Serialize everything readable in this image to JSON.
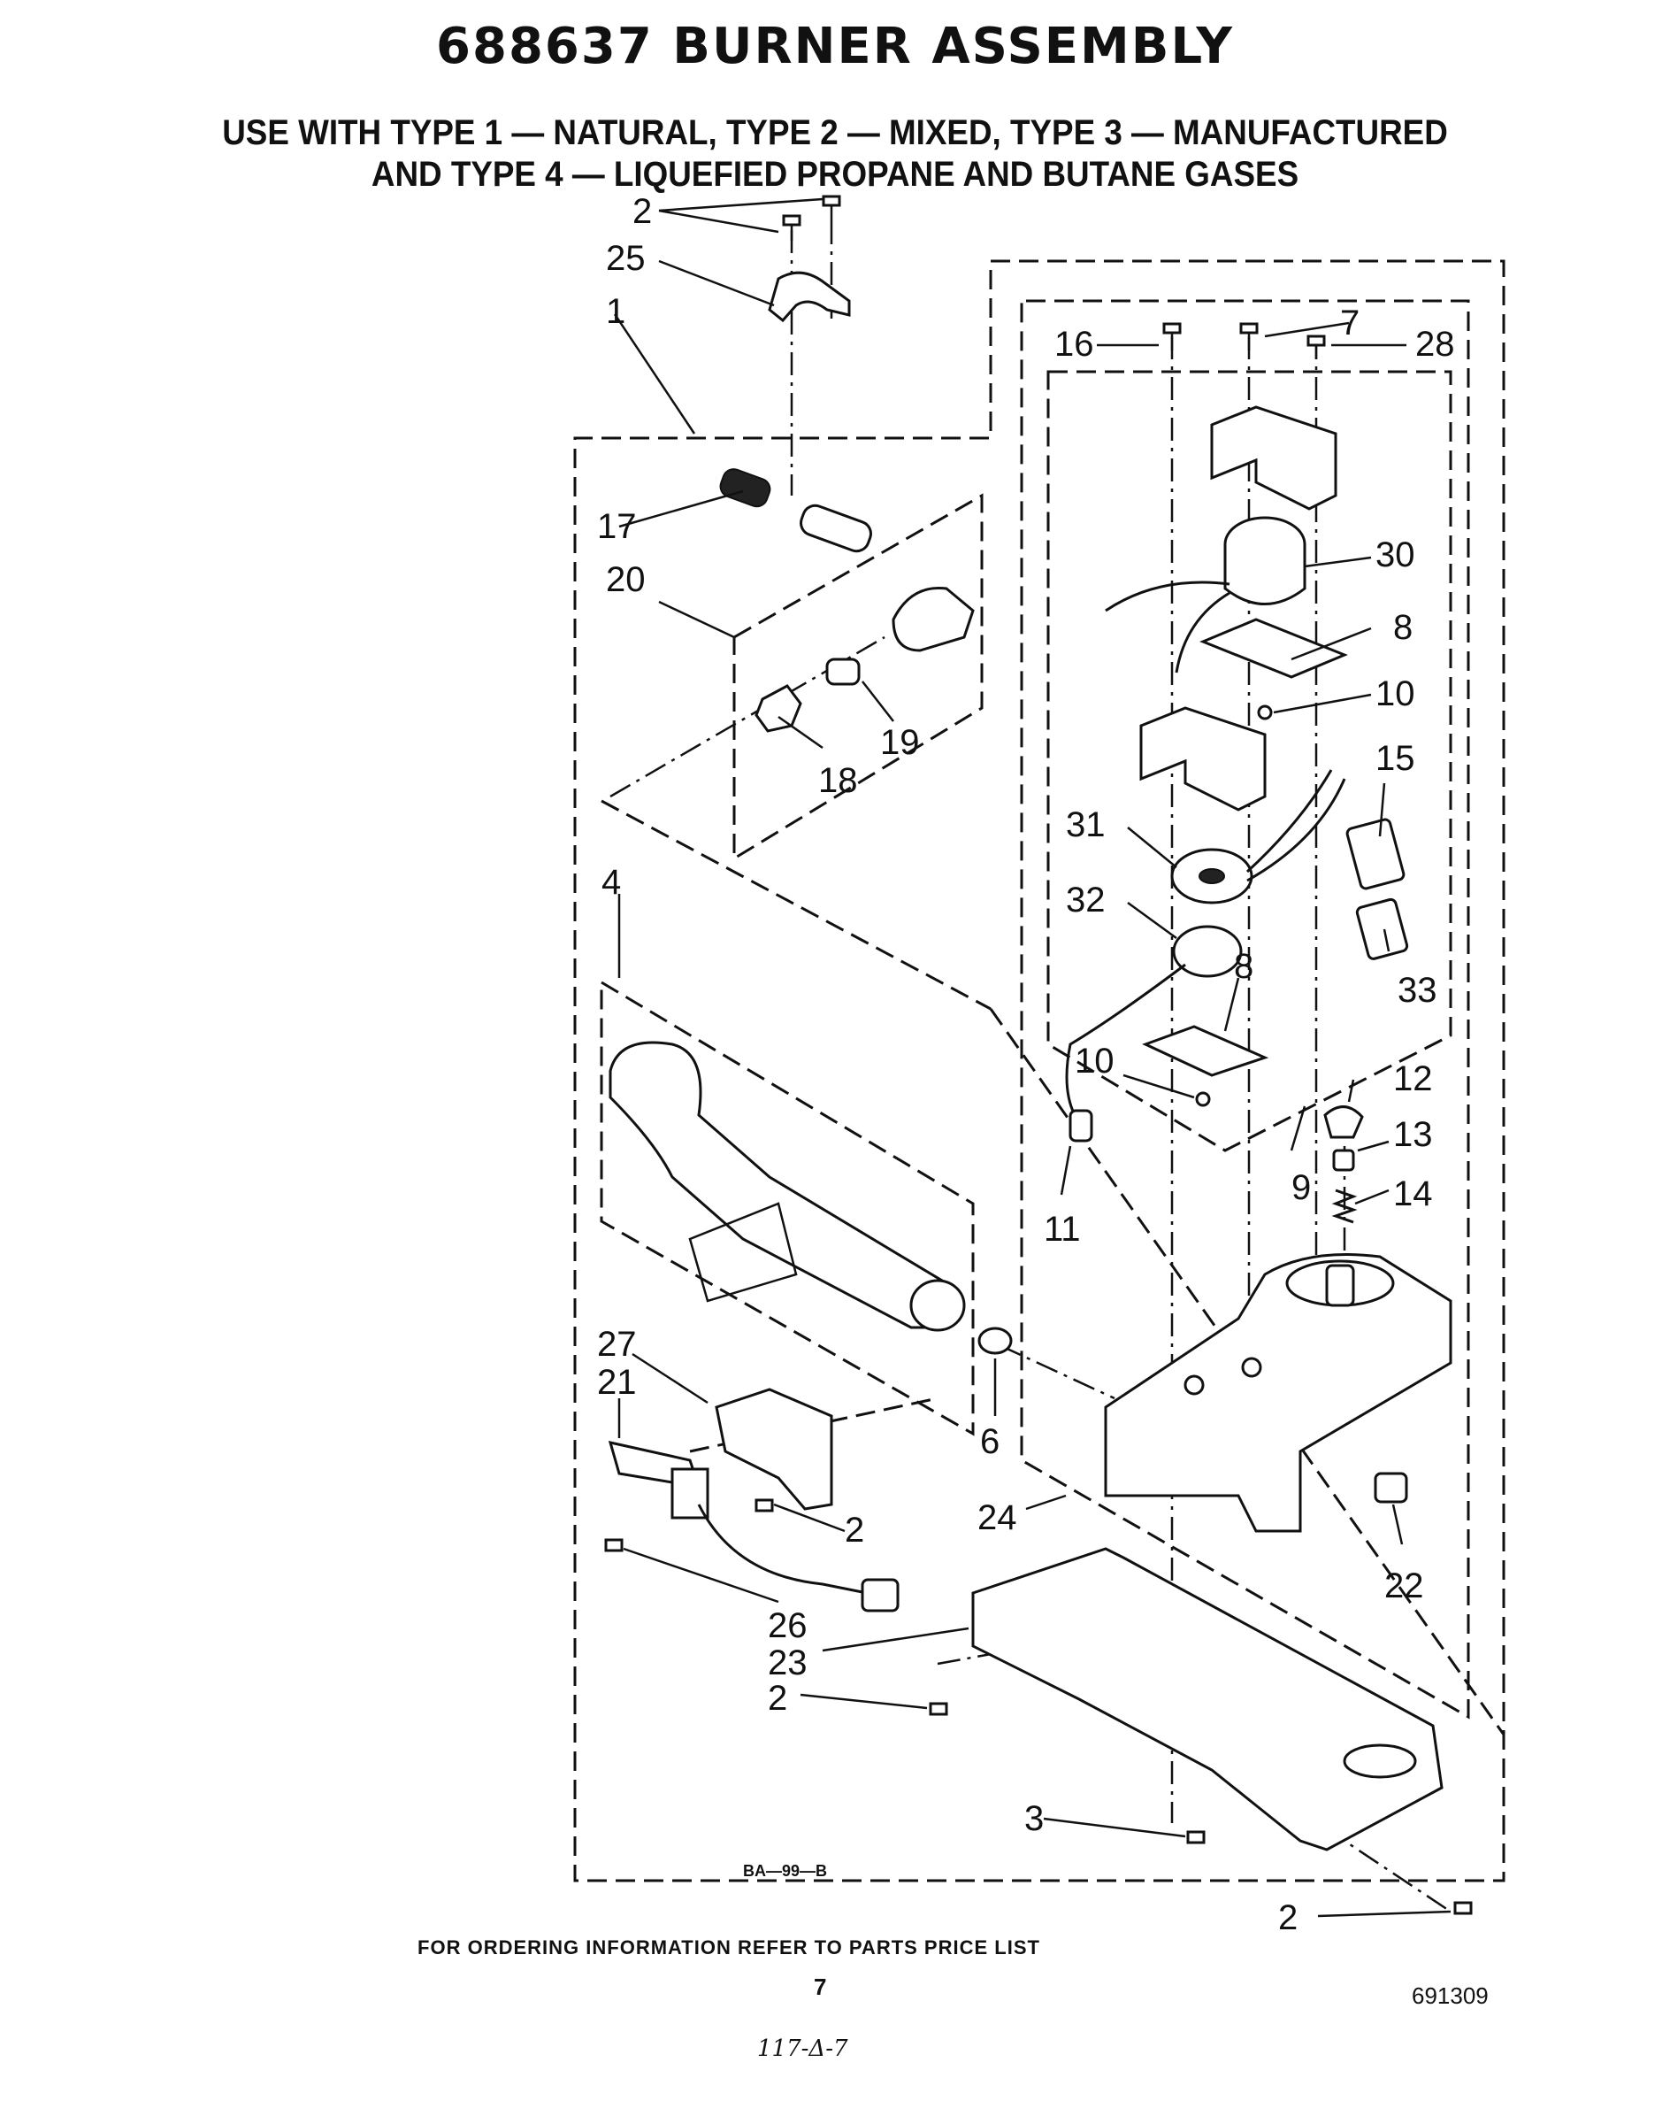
{
  "title": "688637 BURNER ASSEMBLY",
  "subtitle_line1": "USE WITH TYPE 1 — NATURAL, TYPE 2 — MIXED, TYPE 3 — MANUFACTURED",
  "subtitle_line2": "AND TYPE 4 — LIQUEFIED PROPANE AND BUTANE GASES",
  "figure_code": "BA—99—B",
  "ordering_note": "FOR ORDERING INFORMATION REFER TO PARTS PRICE LIST",
  "page_number": "7",
  "document_number": "691309",
  "handwritten_note": "117-Δ-7",
  "callouts": {
    "c1": "1",
    "c2a": "2",
    "c2b": "2",
    "c2c": "2",
    "c2d": "2",
    "c3": "3",
    "c4": "4",
    "c6": "6",
    "c7": "7",
    "c8a": "8",
    "c8b": "8",
    "c9": "9",
    "c10a": "10",
    "c10b": "10",
    "c11": "11",
    "c12": "12",
    "c13": "13",
    "c14": "14",
    "c15": "15",
    "c16": "16",
    "c17": "17",
    "c18": "18",
    "c19": "19",
    "c20": "20",
    "c21": "21",
    "c22": "22",
    "c23": "23",
    "c24": "24",
    "c25": "25",
    "c26": "26",
    "c27": "27",
    "c28": "28",
    "c30": "30",
    "c31": "31",
    "c32": "32",
    "c33": "33"
  },
  "colors": {
    "ink": "#111111",
    "paper": "#ffffff"
  }
}
